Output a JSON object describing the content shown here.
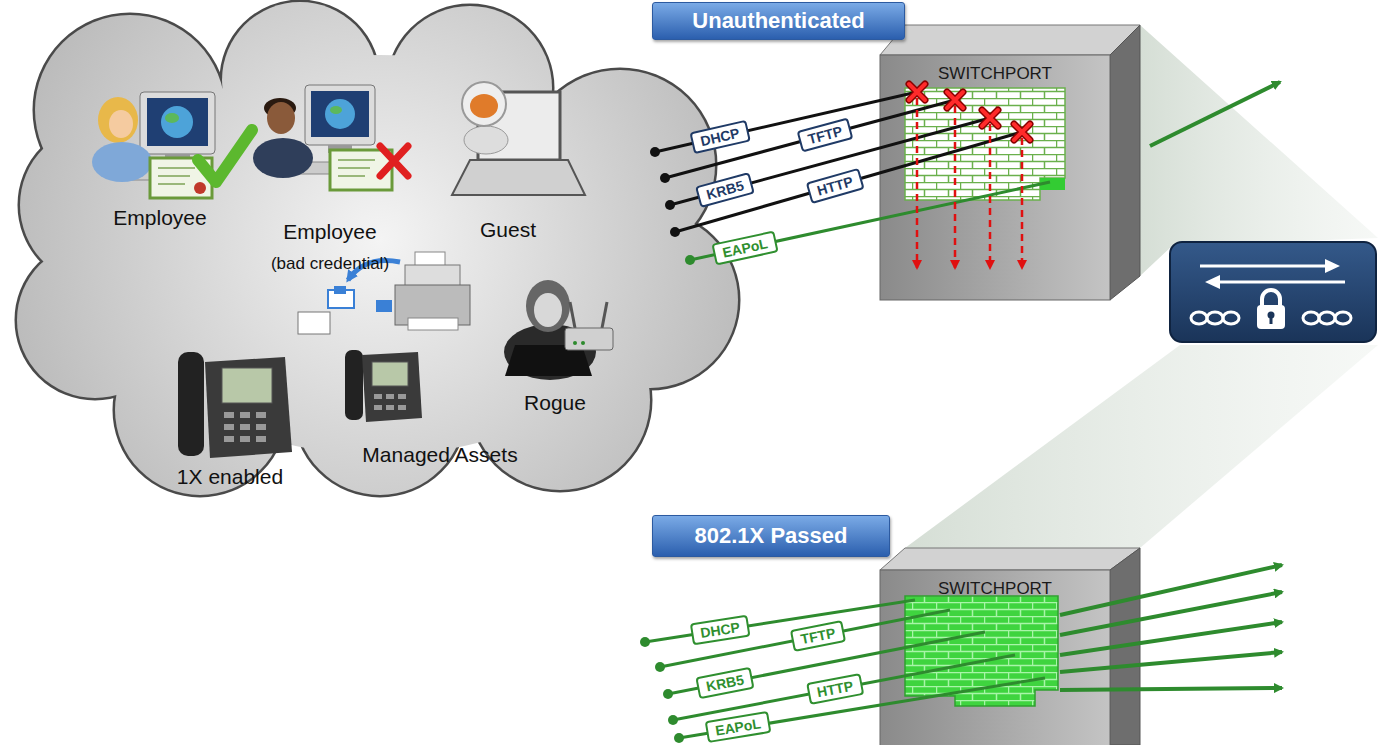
{
  "diagram": {
    "nodes": [
      {
        "text": [
          "Unauthenticated"
        ]
      },
      {
        "text": [
          "SWITCHPORT"
        ]
      },
      {
        "text": [
          "802.1X Passed"
        ]
      },
      {
        "text": [
          "SWITCHPORT"
        ]
      }
    ],
    "labels": [
      "Employee",
      "Employee",
      "(bad credential)",
      "Guest",
      "Rogue",
      "Managed Assets",
      "1X enabled",
      "DHCP",
      "TFTP",
      "KRB5",
      "HTTP",
      "EAPoL",
      "DHCP",
      "TFTP",
      "KRB5",
      "HTTP",
      "EAPoL"
    ]
  }
}
